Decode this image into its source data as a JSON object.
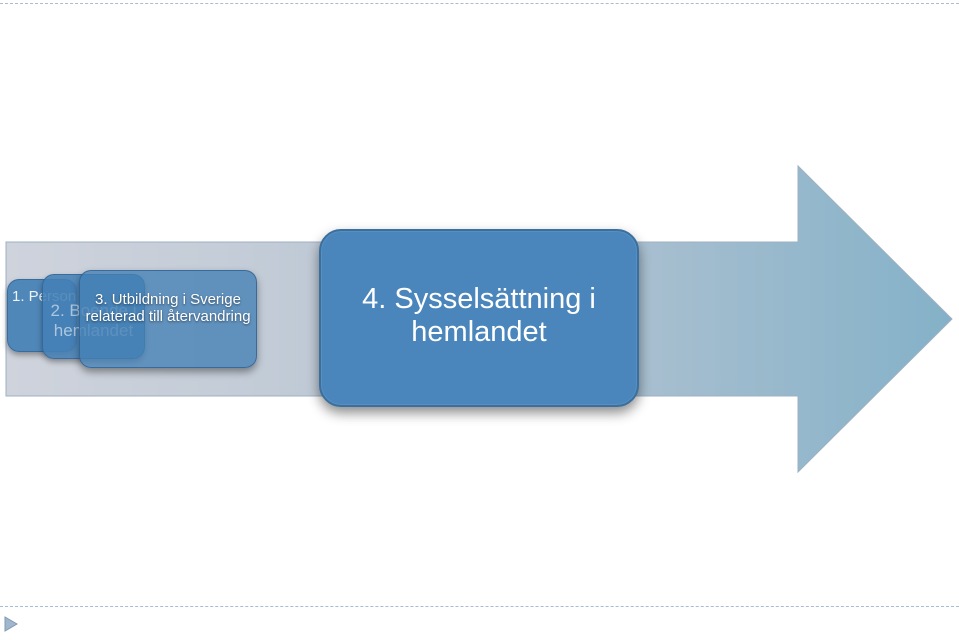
{
  "diagram": {
    "steps": [
      {
        "label": "1. Personlig dokumentation från gamla hemlandet"
      },
      {
        "label": "2. Boende i hemlandet"
      },
      {
        "label": "3. Utbildning i Sverige relaterad till återvandring"
      },
      {
        "label": "4. Sysselsättning i hemlandet"
      }
    ]
  },
  "colors": {
    "arrow_light": "#c9d1dc",
    "arrow_dark": "#85b0c9",
    "box_fill": "#4a86bb",
    "box_border": "#3a6f9e",
    "dash": "#a9bcd0"
  },
  "icons": {
    "nav_marker": "play-triangle-icon"
  }
}
